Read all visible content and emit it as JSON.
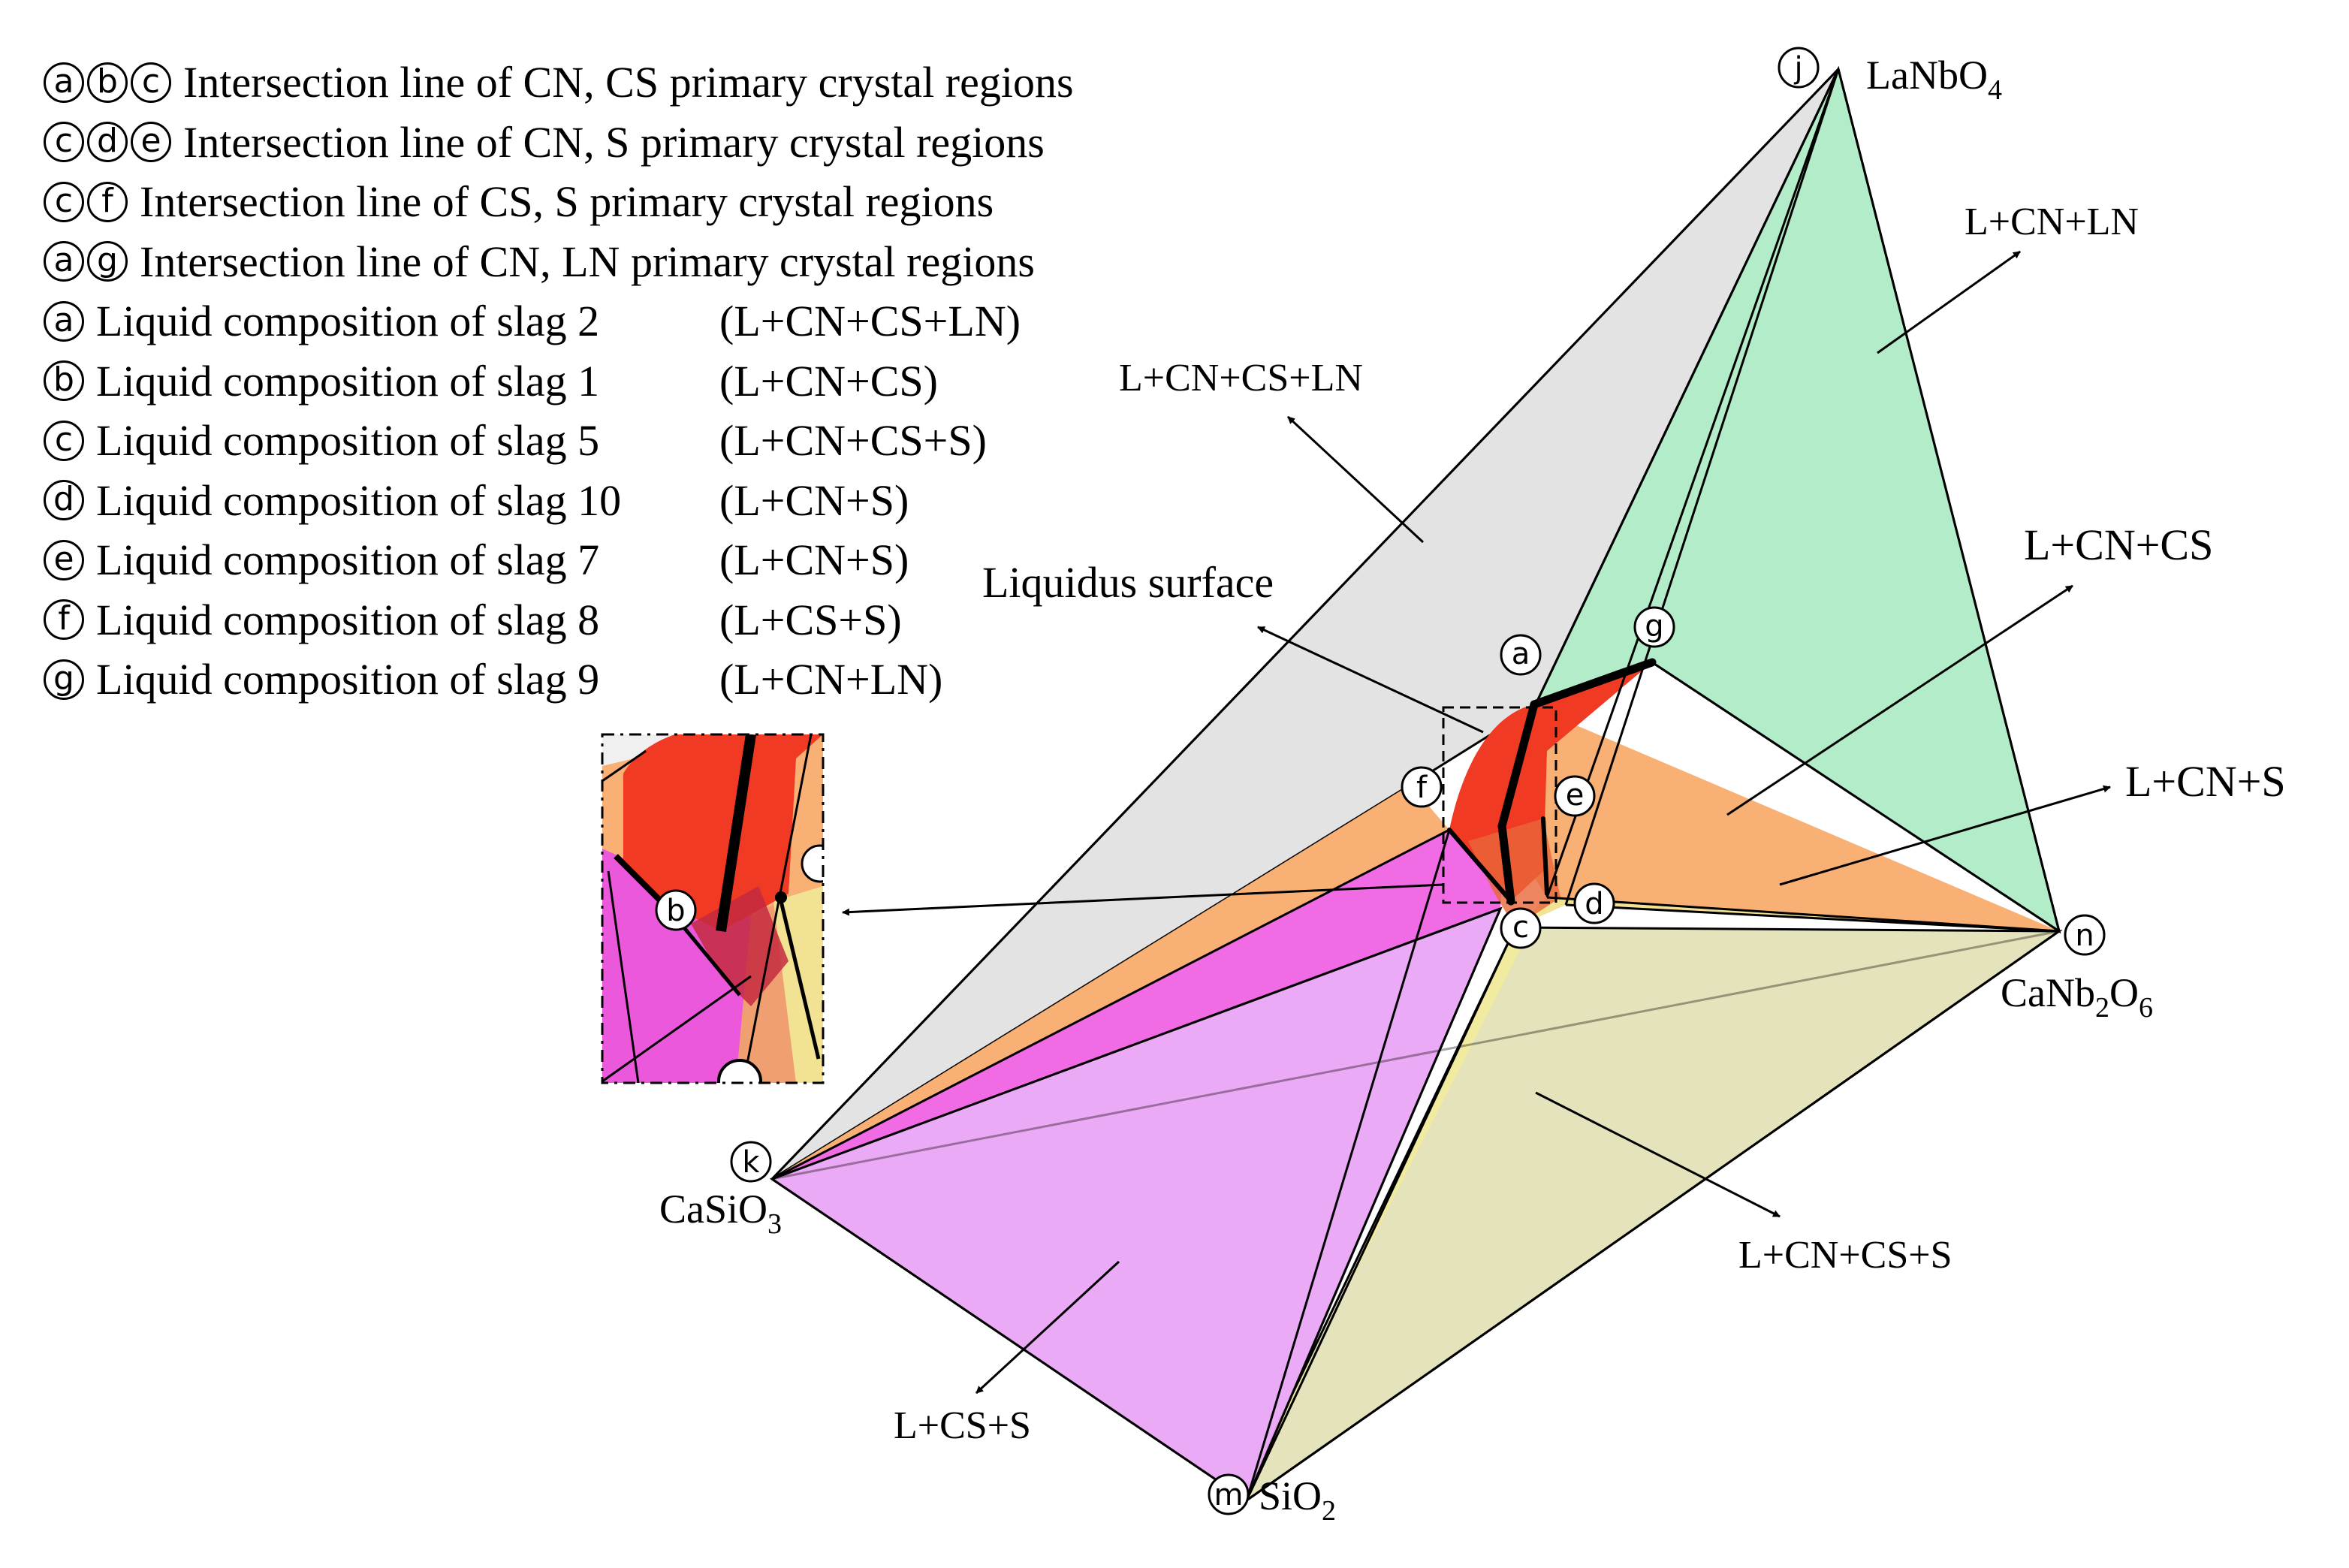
{
  "legend": [
    {
      "marks": [
        "a",
        "b",
        "c"
      ],
      "text": "Intersection line of CN, CS primary crystal regions",
      "phase": ""
    },
    {
      "marks": [
        "c",
        "d",
        "e"
      ],
      "text": "Intersection line of CN, S primary crystal regions",
      "phase": ""
    },
    {
      "marks": [
        "c",
        "f"
      ],
      "text": "Intersection line of CS, S primary crystal regions",
      "phase": ""
    },
    {
      "marks": [
        "a",
        "g"
      ],
      "text": "Intersection line of CN, LN primary crystal regions",
      "phase": ""
    },
    {
      "marks": [
        "a"
      ],
      "text": "Liquid composition of slag 2",
      "phase": "(L+CN+CS+LN)"
    },
    {
      "marks": [
        "b"
      ],
      "text": "Liquid composition of slag 1",
      "phase": "(L+CN+CS)"
    },
    {
      "marks": [
        "c"
      ],
      "text": "Liquid composition of slag 5",
      "phase": "(L+CN+CS+S)"
    },
    {
      "marks": [
        "d"
      ],
      "text": "Liquid composition of slag 10",
      "phase": "(L+CN+S)"
    },
    {
      "marks": [
        "e"
      ],
      "text": "Liquid composition of slag 7",
      "phase": "(L+CN+S)"
    },
    {
      "marks": [
        "f"
      ],
      "text": "Liquid composition of slag 8",
      "phase": "(L+CS+S)"
    },
    {
      "marks": [
        "g"
      ],
      "text": "Liquid composition of slag 9",
      "phase": "(L+CN+LN)"
    }
  ],
  "vertices": {
    "j": {
      "letter": "j",
      "base": "LaNbO",
      "sub": "4",
      "tail": ""
    },
    "k": {
      "letter": "k",
      "base": "CaSiO",
      "sub": "3",
      "tail": ""
    },
    "m": {
      "letter": "m",
      "base": "SiO",
      "sub": "2",
      "tail": ""
    },
    "n": {
      "letter": "n",
      "base": "CaNb",
      "sub": "2",
      "tail": "O",
      "sub2": "6"
    }
  },
  "points": {
    "a": "a",
    "b": "b",
    "c": "c",
    "d": "d",
    "e": "e",
    "f": "f",
    "g": "g"
  },
  "region_labels": {
    "lcn_ln": "L+CN+LN",
    "lcn_cs_ln": "L+CN+CS+LN",
    "lcn_cs": "L+CN+CS",
    "lcn_s": "L+CN+S",
    "lcn_cs_s": "L+CN+CS+S",
    "lcs_s": "L+CS+S",
    "liquidus": "Liquidus surface"
  },
  "colors": {
    "cn_ln": "#b3ecc8",
    "cn_cs_ln": "#e3e3e3",
    "cn_cs": "#f8b074",
    "cn_s": "#f1e294",
    "cn_cs_s": "#e4e3bb",
    "cs_s": "#eaa6f5",
    "cs_s_front": "#f06be4",
    "liquidus": "#f03a24"
  }
}
